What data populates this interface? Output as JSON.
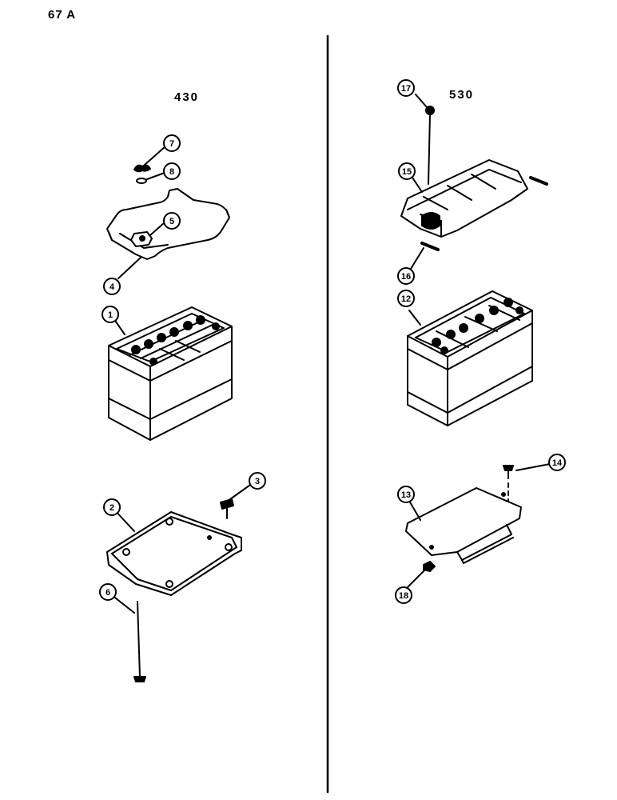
{
  "page": {
    "number": "67 A"
  },
  "models": {
    "left": "430",
    "right": "530"
  },
  "callouts": {
    "c1": "1",
    "c2": "2",
    "c3": "3",
    "c4": "4",
    "c5": "5",
    "c6": "6",
    "c7": "7",
    "c8": "8",
    "c12": "12",
    "c13": "13",
    "c14": "14",
    "c15": "15",
    "c16": "16",
    "c17": "17",
    "c18": "18"
  }
}
